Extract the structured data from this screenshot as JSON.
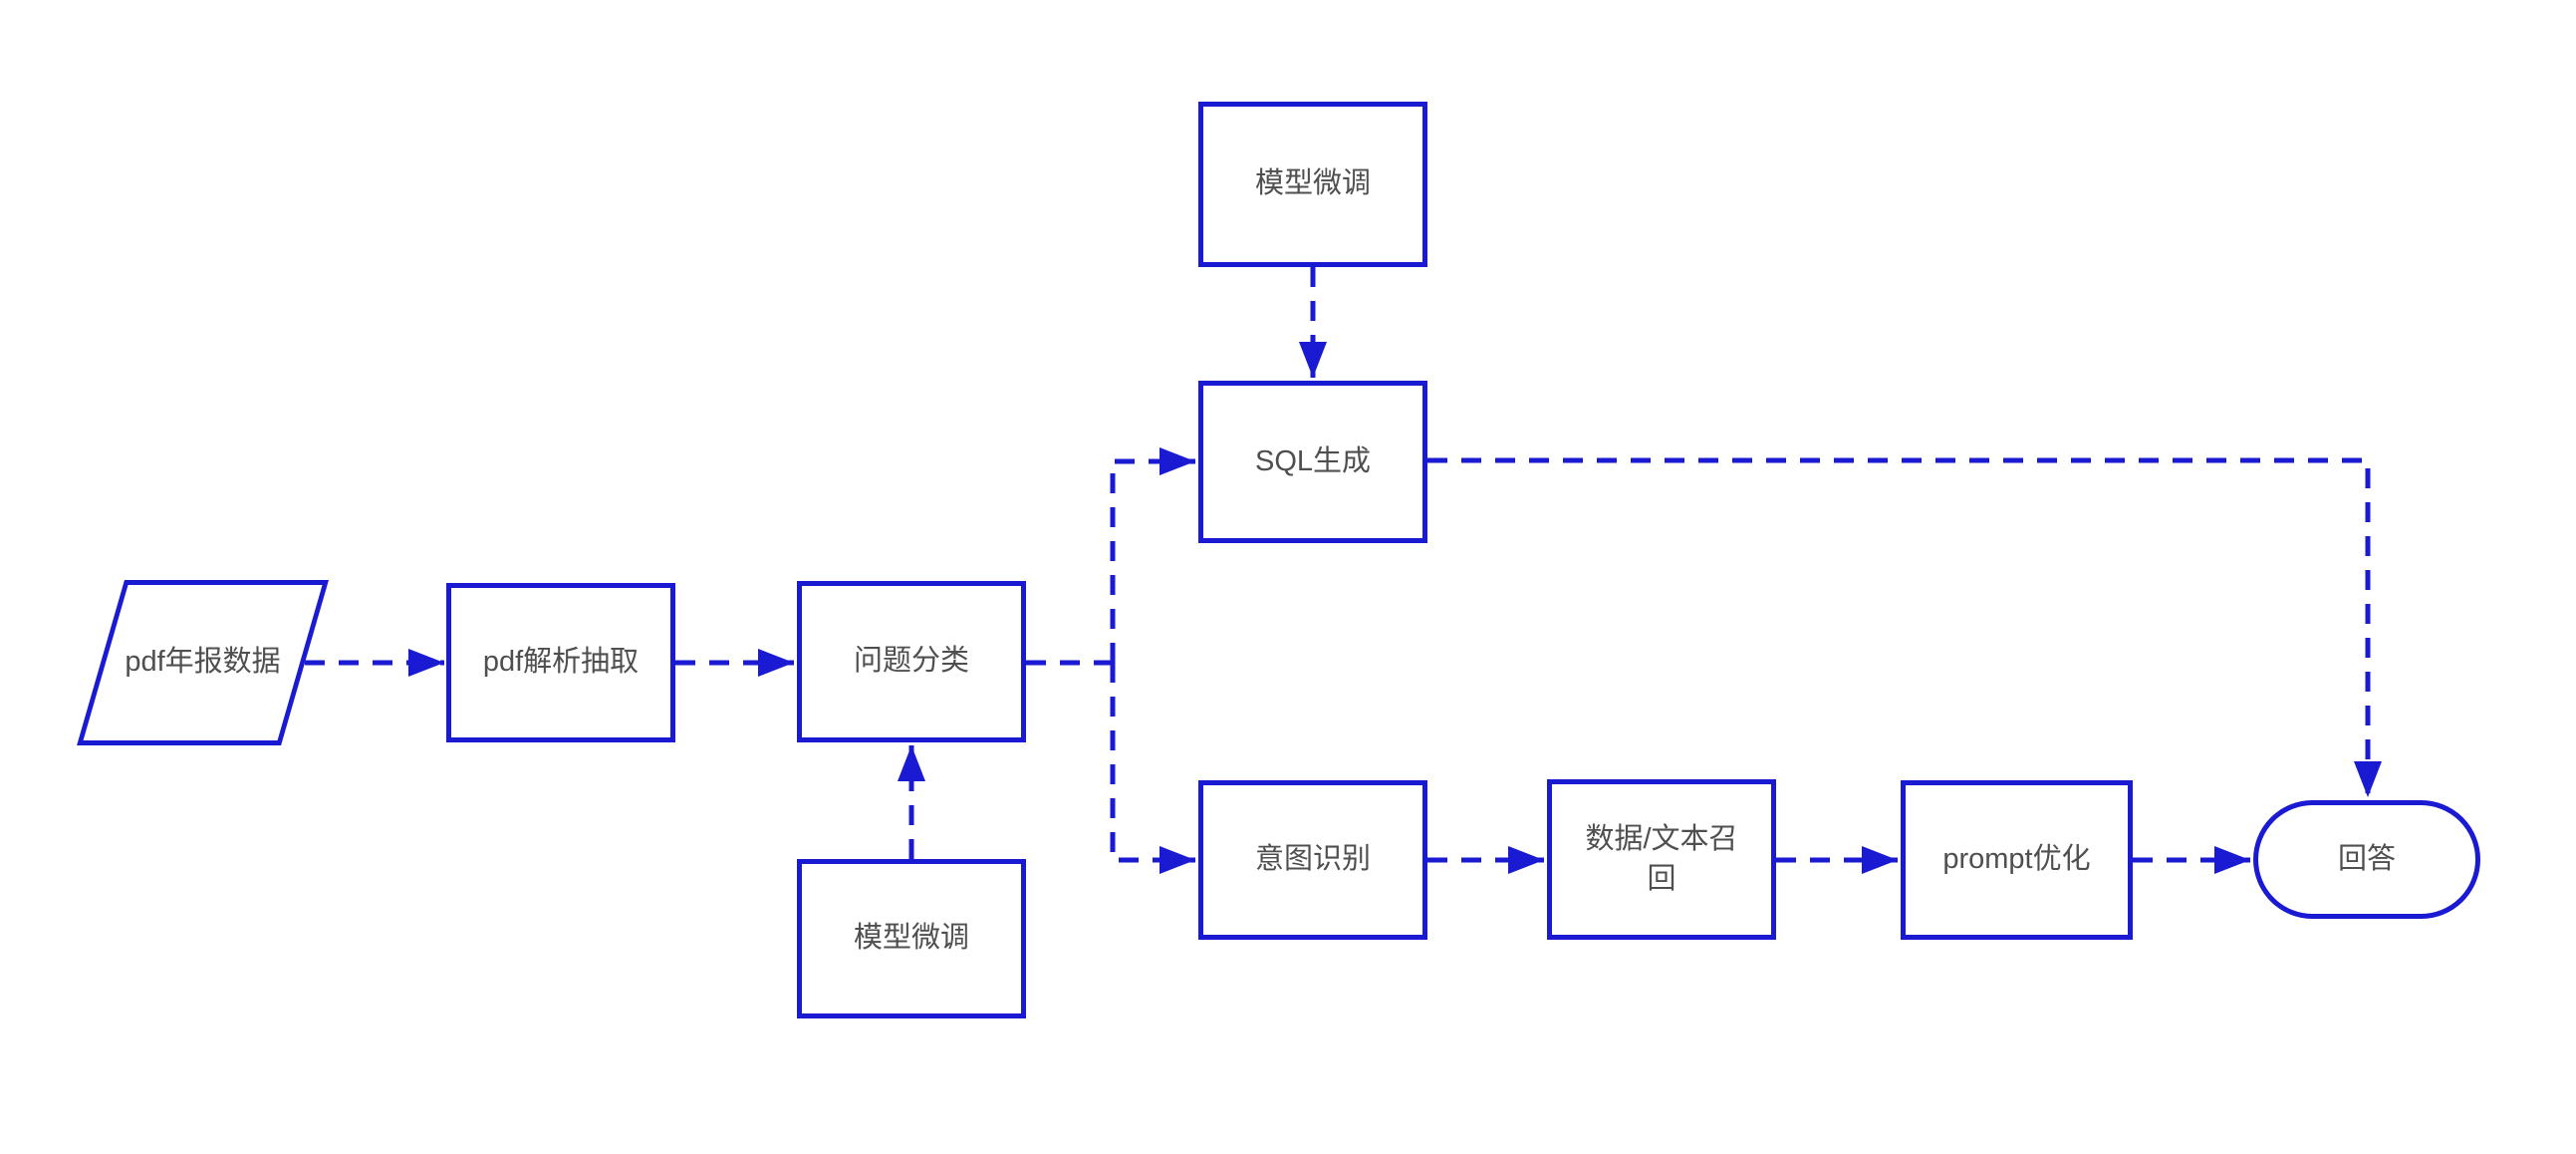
{
  "diagram": {
    "title": "pdf-annual-report-qa-pipeline-flowchart",
    "colors": {
      "stroke": "#1a1ad2",
      "text": "#4f4f4f",
      "background": "#ffffff"
    },
    "line_style": "dashed",
    "nodes": {
      "pdf_annual_data": {
        "label": "pdf年报数据",
        "shape": "parallelogram"
      },
      "pdf_parse_extract": {
        "label": "pdf解析抽取",
        "shape": "process"
      },
      "question_classification": {
        "label": "问题分类",
        "shape": "process"
      },
      "model_finetune_top": {
        "label": "模型微调",
        "shape": "process"
      },
      "model_finetune_bottom": {
        "label": "模型微调",
        "shape": "process"
      },
      "sql_generation": {
        "label": "SQL生成",
        "shape": "process"
      },
      "intent_recognition": {
        "label": "意图识别",
        "shape": "process"
      },
      "data_text_recall": {
        "label": "数据/文本召回",
        "shape": "process"
      },
      "prompt_optimization": {
        "label": "prompt优化",
        "shape": "process"
      },
      "answer": {
        "label": "回答",
        "shape": "terminator"
      }
    },
    "edges": [
      {
        "from": "pdf_annual_data",
        "to": "pdf_parse_extract",
        "style": "dashed-arrow"
      },
      {
        "from": "pdf_parse_extract",
        "to": "question_classification",
        "style": "dashed-arrow"
      },
      {
        "from": "question_classification",
        "to": "sql_generation",
        "style": "dashed-arrow"
      },
      {
        "from": "question_classification",
        "to": "intent_recognition",
        "style": "dashed-arrow"
      },
      {
        "from": "model_finetune_top",
        "to": "sql_generation",
        "style": "dashed-arrow"
      },
      {
        "from": "model_finetune_bottom",
        "to": "question_classification",
        "style": "dashed-arrow"
      },
      {
        "from": "sql_generation",
        "to": "answer",
        "style": "dashed-arrow"
      },
      {
        "from": "intent_recognition",
        "to": "data_text_recall",
        "style": "dashed-arrow"
      },
      {
        "from": "data_text_recall",
        "to": "prompt_optimization",
        "style": "dashed-arrow"
      },
      {
        "from": "prompt_optimization",
        "to": "answer",
        "style": "dashed-arrow"
      }
    ]
  }
}
